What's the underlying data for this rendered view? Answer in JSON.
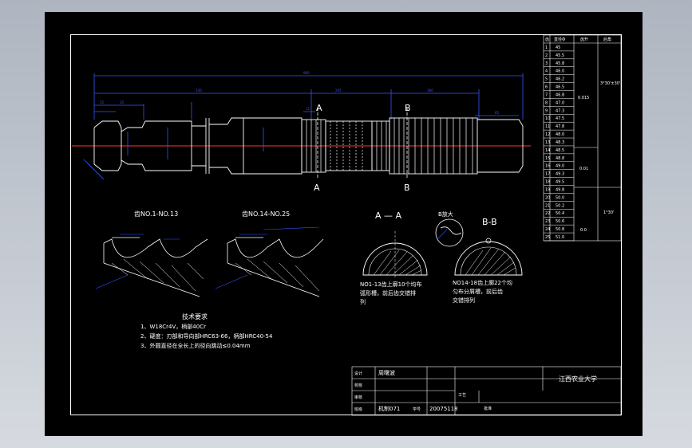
{
  "sections": {
    "gear_left_label": "齿NO.1-NO.13",
    "gear_right_label": "齿NO.14-NO.25",
    "section_aa_label": "A — A",
    "detail_b_label": "B放大",
    "section_bb_label": "B-B",
    "mark_a": "A",
    "mark_b": "B",
    "note_aa": [
      "NO1-13齿上廓10个均布",
      "弧形槽，前后齿交错排",
      "列"
    ],
    "note_bb": [
      "NO14-18齿上廓22个均",
      "匀布分屑槽，前后齿",
      "交错排列"
    ]
  },
  "tech": {
    "title": "技术要求",
    "lines": [
      "1、W18Cr4V，柄部40Cr",
      "2、硬度：刃部和导向部HRC63-66，柄部HRC40-54",
      "3、外圆直径在全长上的径向跳动≤0.04mm"
    ]
  },
  "title_block": {
    "school": "江西农业大学",
    "designer_label": "设计",
    "designer": "周曙波",
    "check_label": "校核",
    "review_label": "审核",
    "craft_label": "工艺",
    "approve_label": "批准",
    "class_label": "班级",
    "class_value": "机制071",
    "id_label": "学号",
    "id_value": "20075118"
  },
  "tooth_table": {
    "headers": [
      "齿",
      "直径Ф",
      "齿升",
      "后角"
    ],
    "rows": [
      [
        "1",
        "45"
      ],
      [
        "2",
        "45.5"
      ],
      [
        "3",
        "45.8"
      ],
      [
        "4",
        "46.0"
      ],
      [
        "5",
        "46.2"
      ],
      [
        "6",
        "46.5"
      ],
      [
        "7",
        "46.8"
      ],
      [
        "8",
        "47.0"
      ],
      [
        "9",
        "47.3"
      ],
      [
        "10",
        "47.5"
      ],
      [
        "11",
        "47.8"
      ],
      [
        "12",
        "48.0"
      ],
      [
        "13",
        "48.3"
      ],
      [
        "14",
        "48.5"
      ],
      [
        "15",
        "48.8"
      ],
      [
        "16",
        "49.0"
      ],
      [
        "17",
        "49.3"
      ],
      [
        "18",
        "49.5"
      ],
      [
        "19",
        "49.8"
      ],
      [
        "20",
        "50.0"
      ],
      [
        "21",
        "50.2"
      ],
      [
        "22",
        "50.4"
      ],
      [
        "23",
        "50.6"
      ],
      [
        "24",
        "50.8"
      ],
      [
        "25",
        "51.0"
      ]
    ],
    "rise_values": [
      "0.015",
      "0.01",
      "0.0"
    ],
    "angle_values": [
      "3°30'±30'",
      "1°30'"
    ]
  }
}
